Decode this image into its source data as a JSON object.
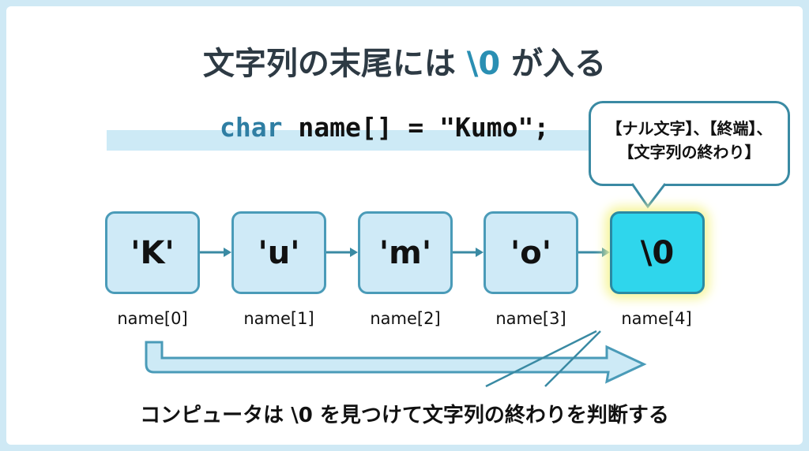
{
  "title": {
    "before": "文字列の末尾には ",
    "escape": "\\0",
    "after": " が入る"
  },
  "code": {
    "keyword": "char",
    "rest": " name[] = \"Kumo\";"
  },
  "callout": {
    "line1": "【ナル文字】、【終端】、",
    "line2": "【文字列の終わり】"
  },
  "cells": [
    {
      "value": "'K'",
      "label": "name[0]"
    },
    {
      "value": "'u'",
      "label": "name[1]"
    },
    {
      "value": "'m'",
      "label": "name[2]"
    },
    {
      "value": "'o'",
      "label": "name[3]"
    },
    {
      "value": "\\0",
      "label": "name[4]"
    }
  ],
  "caption": "コンピュータは \\0 を見つけて文字列の終わりを判断する",
  "colors": {
    "accent": "#2a8fb3",
    "terminator": "#2fd6ec",
    "cell": "#cfeaf7"
  }
}
